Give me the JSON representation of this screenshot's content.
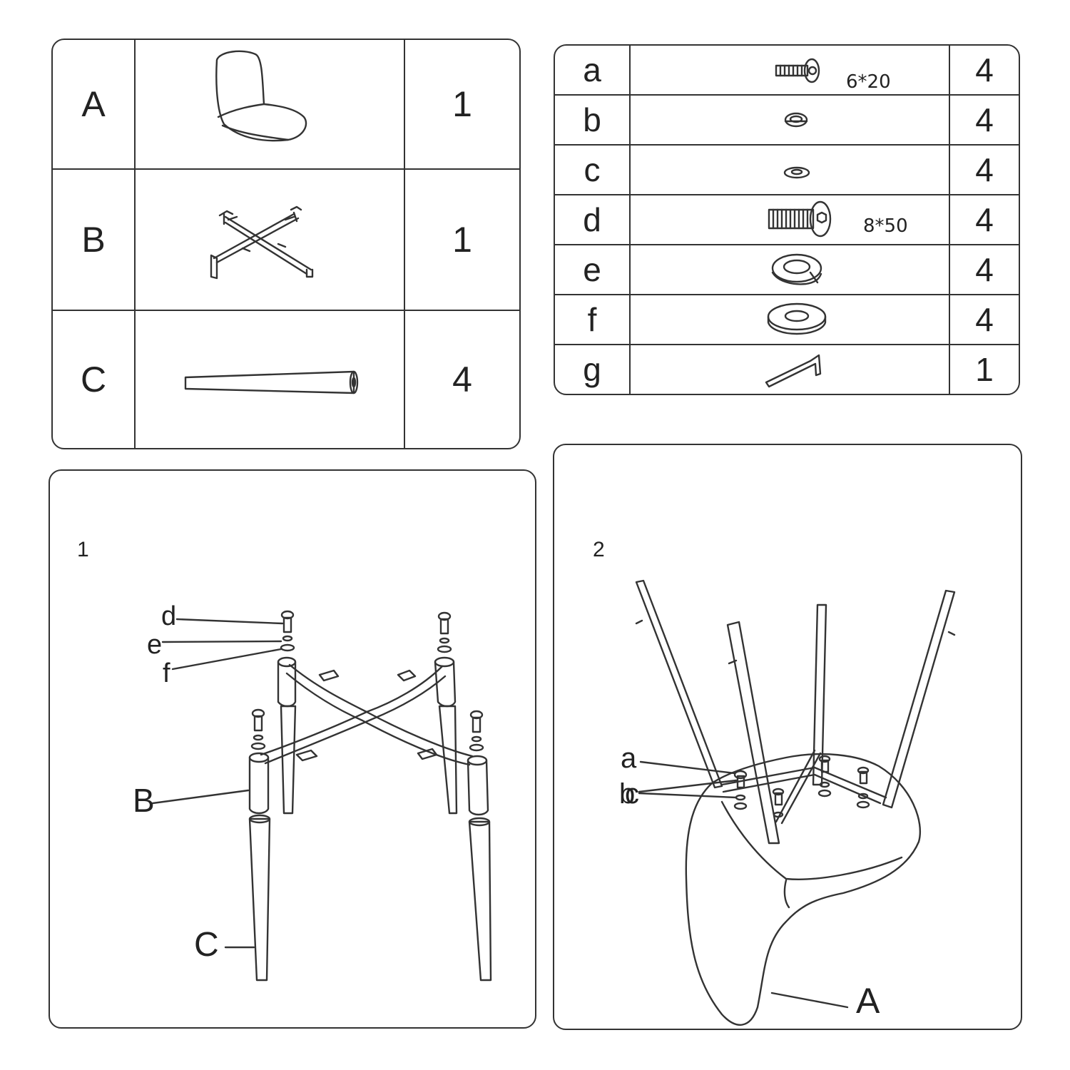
{
  "main_parts": [
    {
      "letter": "A",
      "qty": "1",
      "icon": "seat-shell-icon"
    },
    {
      "letter": "B",
      "qty": "1",
      "icon": "cross-frame-icon"
    },
    {
      "letter": "C",
      "qty": "4",
      "icon": "tapered-leg-icon"
    }
  ],
  "hardware": [
    {
      "letter": "a",
      "qty": "4",
      "size": "6*20",
      "icon": "bolt-small-icon"
    },
    {
      "letter": "b",
      "qty": "4",
      "size": "",
      "icon": "spring-washer-small-icon"
    },
    {
      "letter": "c",
      "qty": "4",
      "size": "",
      "icon": "flat-washer-small-icon"
    },
    {
      "letter": "d",
      "qty": "4",
      "size": "8*50",
      "icon": "bolt-large-icon"
    },
    {
      "letter": "e",
      "qty": "4",
      "size": "",
      "icon": "spring-washer-large-icon"
    },
    {
      "letter": "f",
      "qty": "4",
      "size": "",
      "icon": "flat-washer-large-icon"
    },
    {
      "letter": "g",
      "qty": "1",
      "size": "",
      "icon": "allen-key-icon"
    }
  ],
  "step1": {
    "number": "1",
    "labels": {
      "d": "d",
      "e": "e",
      "f": "f",
      "B": "B",
      "C": "C"
    }
  },
  "step2": {
    "number": "2",
    "labels": {
      "a": "a",
      "b": "b",
      "c": "c",
      "A": "A"
    }
  }
}
